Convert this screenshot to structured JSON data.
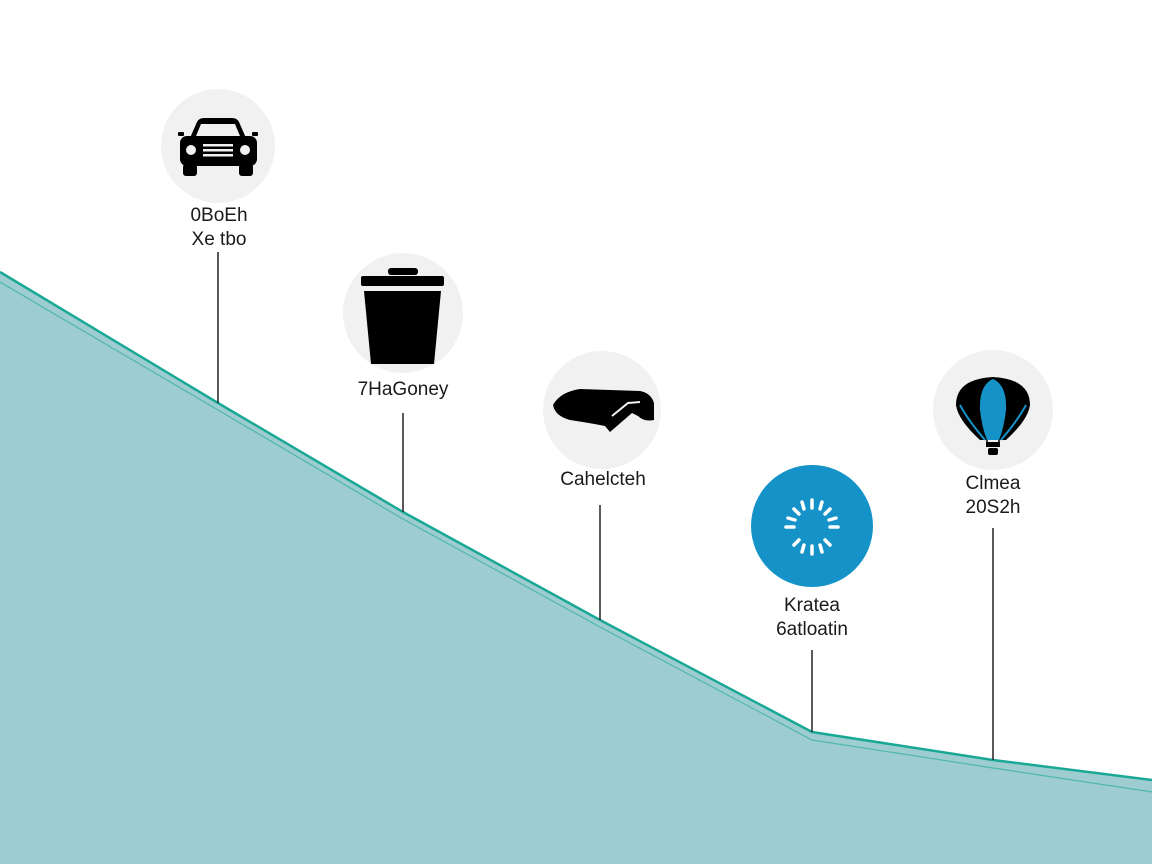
{
  "colors": {
    "area_fill": "#9dcdd0",
    "area_edge": "#1aa896",
    "icon_bg": "#f1f1f1",
    "accent": "#1592c8",
    "ink": "#000000"
  },
  "milestones": [
    {
      "icon": "car-icon",
      "lines": [
        "0BoEh",
        "Xe tbo"
      ]
    },
    {
      "icon": "trash-can-icon",
      "lines": [
        "7HaGoney"
      ]
    },
    {
      "icon": "shoe-icon",
      "lines": [
        "Cahelcteh"
      ]
    },
    {
      "icon": "sparkle-burst-icon",
      "lines": [
        "Kratea",
        "6atloatin"
      ]
    },
    {
      "icon": "hot-air-balloon-icon",
      "lines": [
        "Clmea",
        "20S2h"
      ]
    }
  ]
}
